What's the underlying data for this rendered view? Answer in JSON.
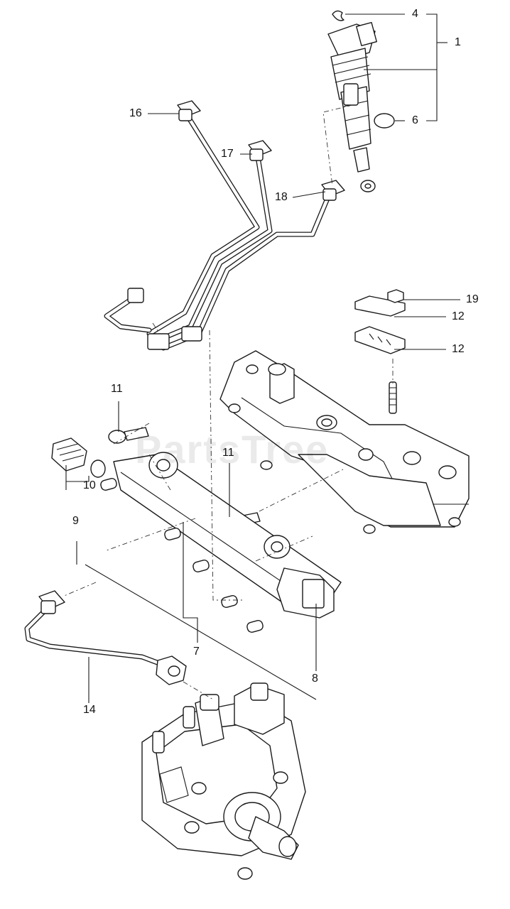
{
  "watermark": "PartsTree",
  "callouts": [
    {
      "id": "c4",
      "label": "4"
    },
    {
      "id": "c1",
      "label": "1"
    },
    {
      "id": "c6",
      "label": "6"
    },
    {
      "id": "c16",
      "label": "16"
    },
    {
      "id": "c17",
      "label": "17"
    },
    {
      "id": "c18",
      "label": "18"
    },
    {
      "id": "c19",
      "label": "19"
    },
    {
      "id": "c12a",
      "label": "12"
    },
    {
      "id": "c12b",
      "label": "12"
    },
    {
      "id": "c11a",
      "label": "11"
    },
    {
      "id": "c11b",
      "label": "11"
    },
    {
      "id": "c10",
      "label": "10"
    },
    {
      "id": "c9",
      "label": "9"
    },
    {
      "id": "c7",
      "label": "7"
    },
    {
      "id": "c8",
      "label": "8"
    },
    {
      "id": "c14",
      "label": "14"
    }
  ]
}
